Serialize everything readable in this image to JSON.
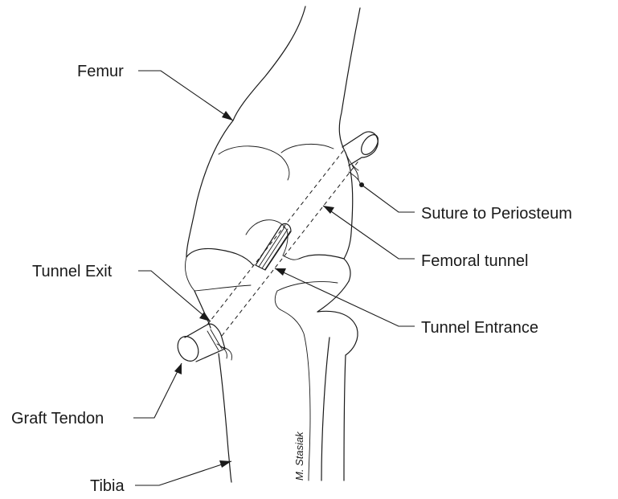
{
  "labels": {
    "femur": "Femur",
    "suture": "Suture to Periosteum",
    "femoral_tunnel": "Femoral tunnel",
    "tunnel_exit": "Tunnel Exit",
    "tunnel_entrance": "Tunnel Entrance",
    "graft_tendon": "Graft Tendon",
    "tibia": "Tibia"
  },
  "signature": "M. Stasiak"
}
